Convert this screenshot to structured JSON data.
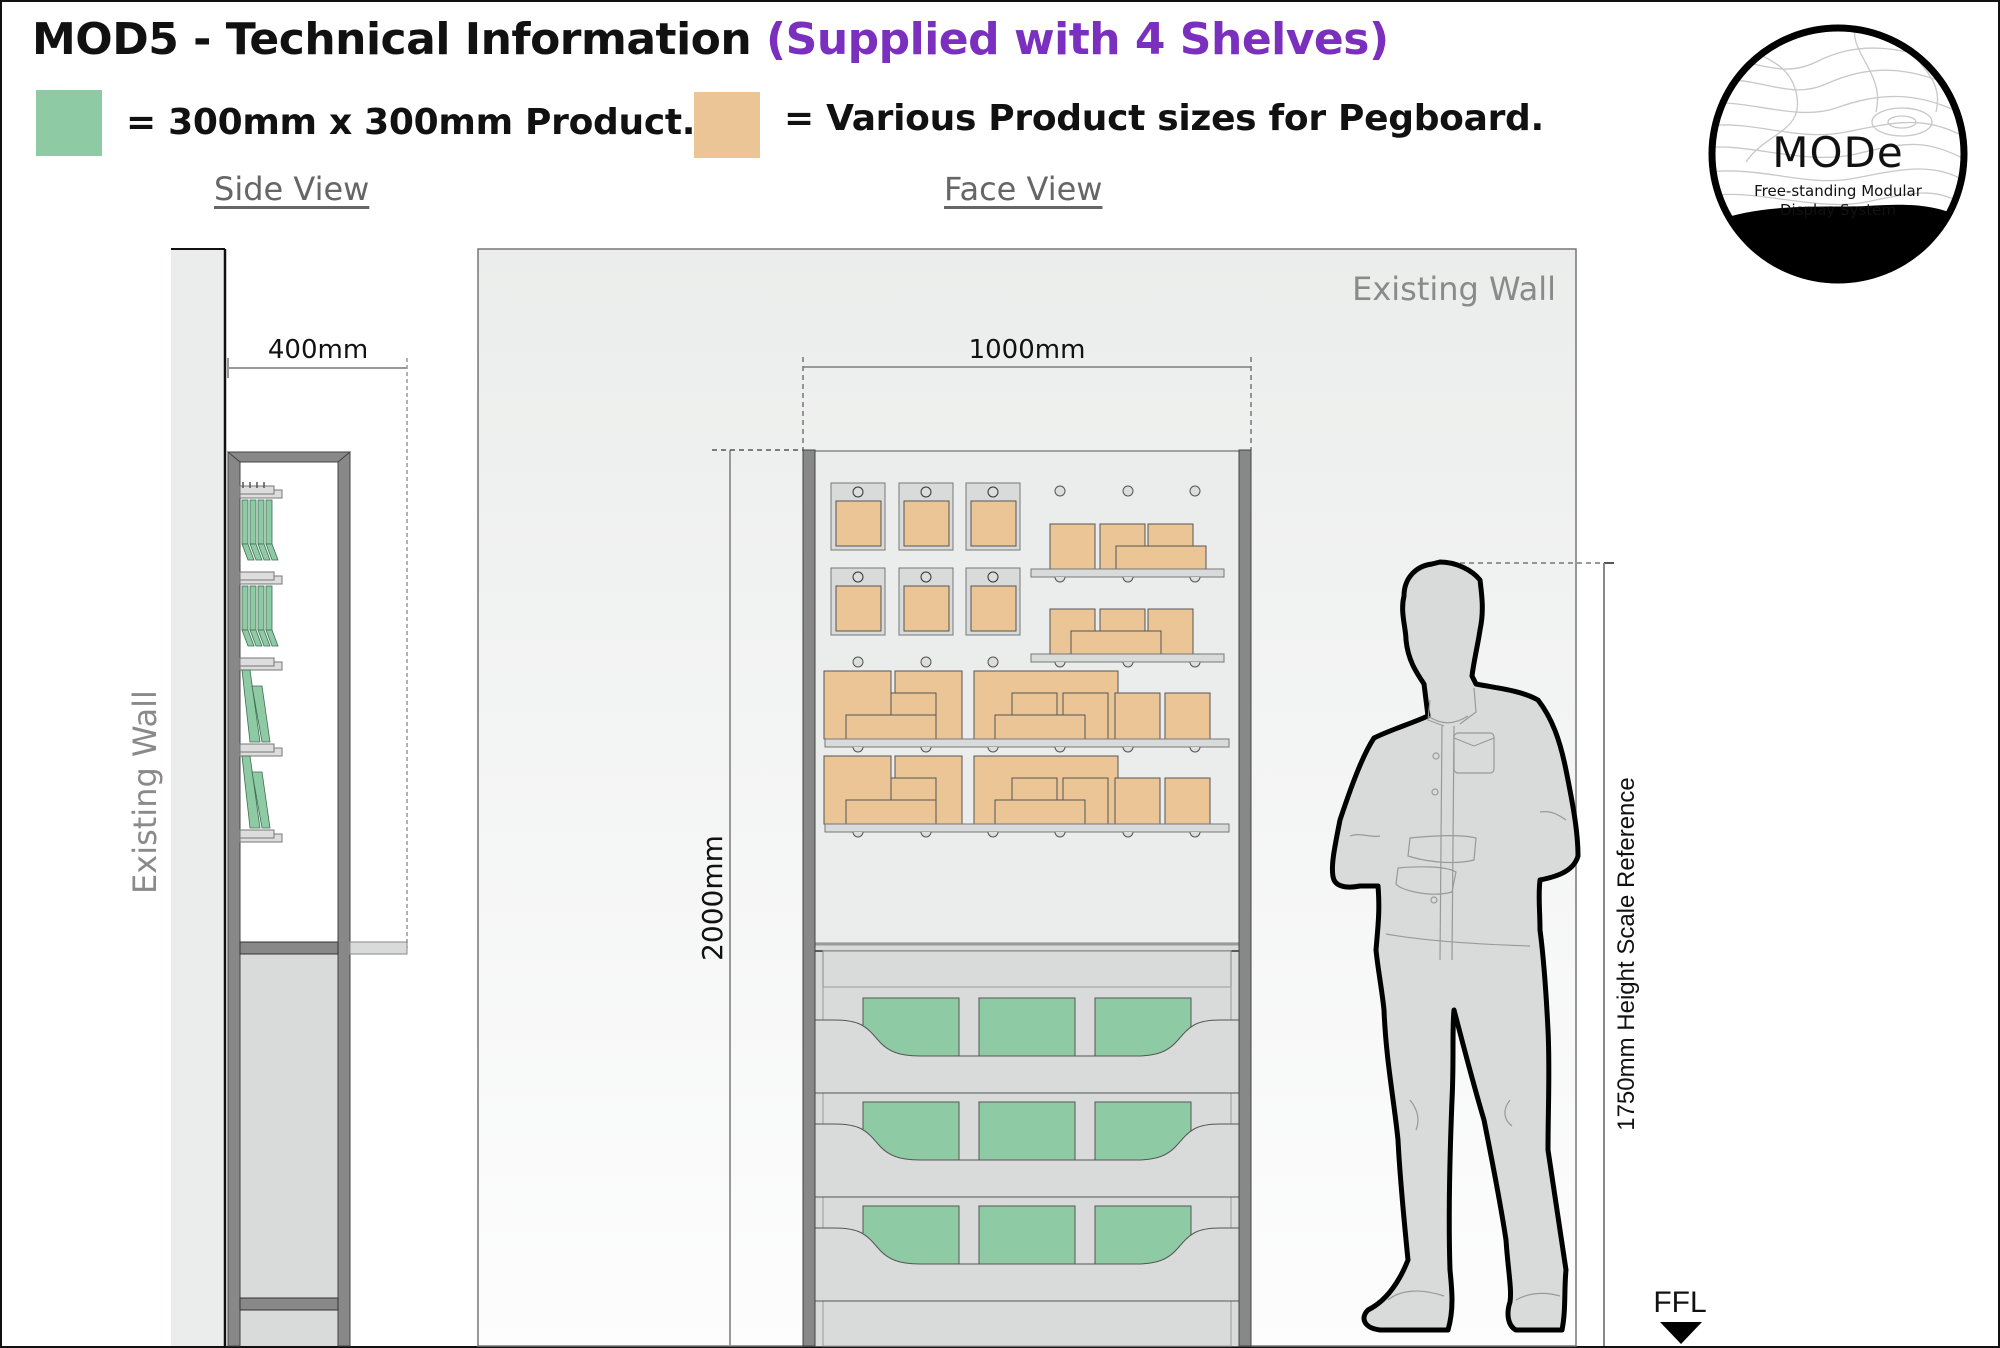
{
  "header": {
    "title_main": "MOD5 - Technical Information",
    "title_accent": "(Supplied with 4 Shelves)",
    "accent_color": "#7b2fbe"
  },
  "legend": [
    {
      "color": "#8ecaa4",
      "label": "= 300mm x 300mm Product."
    },
    {
      "color": "#ebc596",
      "label": "= Various Product sizes for Pegboard."
    }
  ],
  "views": {
    "side": "Side View",
    "face": "Face View"
  },
  "side_view": {
    "wall_label": "Existing Wall",
    "depth_dimension": "400mm"
  },
  "face_view": {
    "wall_label": "Existing Wall",
    "width_dimension": "1000mm",
    "height_dimension": "2000mm",
    "pegboard_shelves": 4,
    "bin_rows": 3,
    "bins_per_row": 3
  },
  "scale_reference": {
    "label": "1750mm Height Scale Reference",
    "floor_label": "FFL"
  },
  "logo": {
    "name": "MODe",
    "tagline_line1": "Free-standing Modular",
    "tagline_line2": "Display System"
  },
  "colors": {
    "product_300": "#8ecaa4",
    "pegboard_product": "#ebc596",
    "frame": "#888888",
    "panel": "#d9dbda",
    "wall": "#ebedec"
  }
}
